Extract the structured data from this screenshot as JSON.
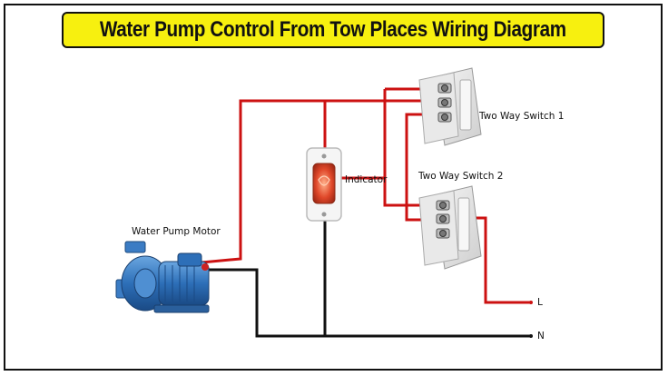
{
  "title": "Water Pump Control From Tow Places Wiring Diagram",
  "labels": {
    "motor": "Water Pump Motor",
    "indicator": "Indicator",
    "switch1": "Two Way Switch 1",
    "switch2": "Two Way Switch 2",
    "live": "L",
    "neutral": "N"
  },
  "colors": {
    "live_wire": "#cc1111",
    "neutral_wire": "#111111",
    "title_background": "#f7f00f",
    "motor_body": "#2d6fb8",
    "indicator_lamp": "#e0482a"
  }
}
